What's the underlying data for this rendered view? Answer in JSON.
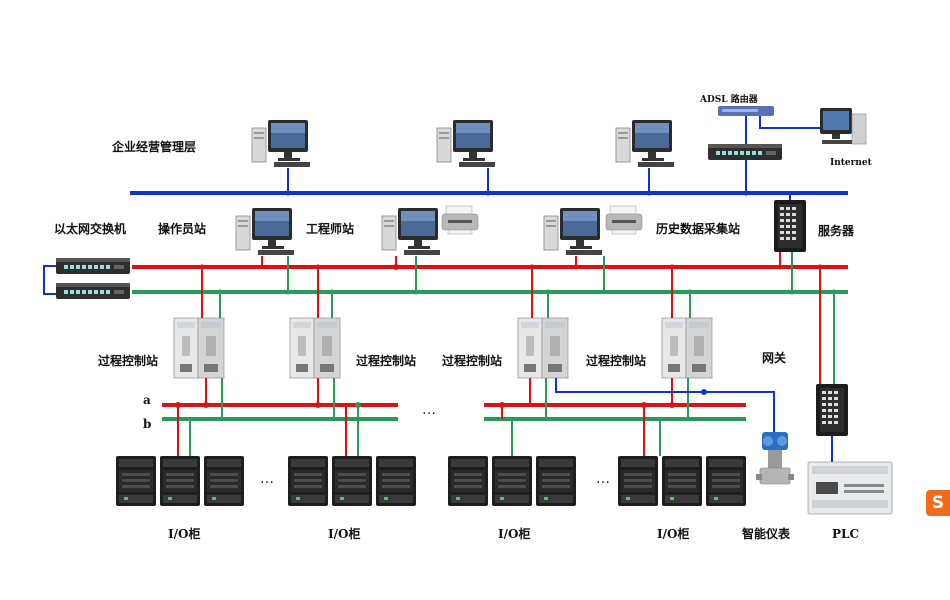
{
  "colors": {
    "enterprise_bus": "#1030d8",
    "ethernet_red": "#e01010",
    "ethernet_green": "#2a9a5a",
    "gateway_link": "#1030d8",
    "watermark": "#f26a1b"
  },
  "labels": {
    "enterprise_layer": "企业经营管理层",
    "adsl_router": "ADSL 路由器",
    "internet": "Internet",
    "ethernet_switch": "以太网交换机",
    "operator_station": "操作员站",
    "engineer_station": "工程师站",
    "history_station": "历史数据采集站",
    "server": "服务器",
    "control_station_1": "过程控制站",
    "control_station_2": "过程控制站",
    "control_station_3": "过程控制站",
    "control_station_4": "过程控制站",
    "gateway": "网关",
    "bus_a": "a",
    "bus_b": "b",
    "io_cabinet_1": "I/O柜",
    "io_cabinet_2": "I/O柜",
    "io_cabinet_3": "I/O柜",
    "io_cabinet_4": "I/O柜",
    "smart_instrument": "智能仪表",
    "plc": "PLC",
    "ellipsis": "…",
    "watermark_logo": "S"
  }
}
